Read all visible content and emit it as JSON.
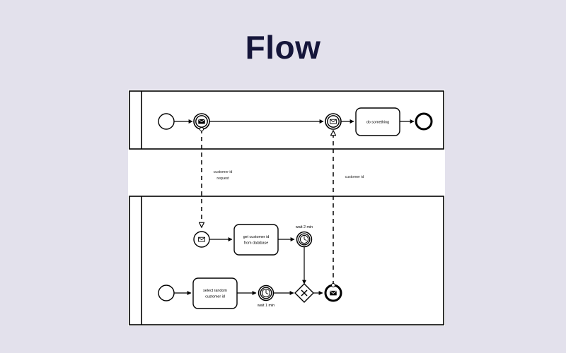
{
  "slide": {
    "title": "Flow",
    "background_color": "#e3e1ec",
    "title_color": "#15153a",
    "canvas_color": "#ffffff",
    "stroke_color": "#000000"
  },
  "diagram": {
    "type": "bpmn-collaboration",
    "pools": [
      {
        "id": "pool-top",
        "name": "",
        "lane_header": "",
        "elements": [
          {
            "id": "top-start",
            "type": "start-event",
            "label": ""
          },
          {
            "id": "top-send-message",
            "type": "intermediate-throw-message-event",
            "label": ""
          },
          {
            "id": "top-receive-message",
            "type": "intermediate-catch-message-event",
            "label": ""
          },
          {
            "id": "top-task-do-something",
            "type": "task",
            "label": "do something"
          },
          {
            "id": "top-end",
            "type": "end-event",
            "label": ""
          }
        ],
        "sequence_flows": [
          {
            "from": "top-start",
            "to": "top-send-message"
          },
          {
            "from": "top-send-message",
            "to": "top-receive-message"
          },
          {
            "from": "top-receive-message",
            "to": "top-task-do-something"
          },
          {
            "from": "top-task-do-something",
            "to": "top-end"
          }
        ]
      },
      {
        "id": "pool-bottom",
        "name": "",
        "lane_header": "",
        "elements": [
          {
            "id": "bot-start-message",
            "type": "message-start-event",
            "label": ""
          },
          {
            "id": "bot-task-get-customer",
            "type": "task",
            "label": "get customer id from database"
          },
          {
            "id": "bot-timer-2min",
            "type": "intermediate-timer-event",
            "label": "wait 2 min"
          },
          {
            "id": "bot-start",
            "type": "start-event",
            "label": ""
          },
          {
            "id": "bot-task-select-random",
            "type": "task",
            "label": "select random customer id"
          },
          {
            "id": "bot-timer-1min",
            "type": "intermediate-timer-event",
            "label": "wait 1 min"
          },
          {
            "id": "bot-gateway",
            "type": "exclusive-gateway",
            "label": ""
          },
          {
            "id": "bot-end-message",
            "type": "message-end-event",
            "label": ""
          }
        ],
        "sequence_flows": [
          {
            "from": "bot-start-message",
            "to": "bot-task-get-customer"
          },
          {
            "from": "bot-task-get-customer",
            "to": "bot-timer-2min"
          },
          {
            "from": "bot-timer-2min",
            "to": "bot-gateway"
          },
          {
            "from": "bot-start",
            "to": "bot-task-select-random"
          },
          {
            "from": "bot-task-select-random",
            "to": "bot-timer-1min"
          },
          {
            "from": "bot-timer-1min",
            "to": "bot-gateway"
          },
          {
            "from": "bot-gateway",
            "to": "bot-end-message"
          }
        ]
      }
    ],
    "message_flows": [
      {
        "id": "msg-customer-id-request",
        "label_line1": "customer id",
        "label_line2": "request",
        "from": "top-send-message",
        "to": "bot-start-message"
      },
      {
        "id": "msg-customer-id",
        "label_line1": "customer id",
        "label_line2": "",
        "from": "bot-end-message",
        "to": "top-receive-message"
      }
    ],
    "task_labels": {
      "do_something": "do something",
      "get_customer_id_line1": "get customer id",
      "get_customer_id_line2": "from database",
      "select_random_line1": "select random",
      "select_random_line2": "customer id"
    },
    "timer_labels": {
      "wait_2_min": "wait 2 min",
      "wait_1_min": "wait 1 min"
    }
  }
}
